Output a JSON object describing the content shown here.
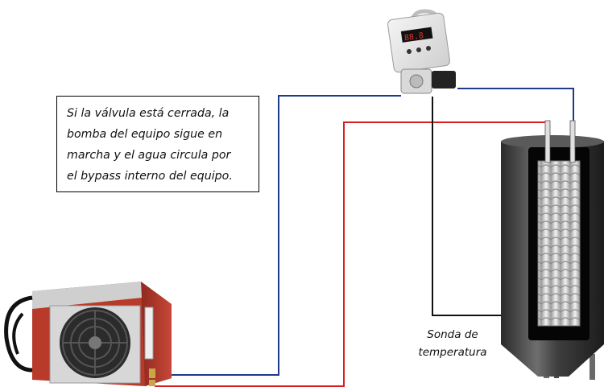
{
  "note": {
    "lines": [
      "Si la válvula está cerrada, la",
      "bomba del equipo sigue en",
      "marcha y el agua circula por",
      "el bypass interno del equipo."
    ]
  },
  "probe_label": {
    "lines": [
      "Sonda de",
      "temperatura"
    ]
  },
  "colors": {
    "return_pipe": "#1f3a8a",
    "supply_pipe": "#d81e1e",
    "probe_cable": "#111111",
    "chiller_body": "#b83a2a",
    "tank_body": "#3a3a3a"
  },
  "icons": {
    "chiller": "water-chiller-unit-icon",
    "controller": "temperature-controller-valve-icon",
    "tank": "fermentation-tank-icon"
  }
}
